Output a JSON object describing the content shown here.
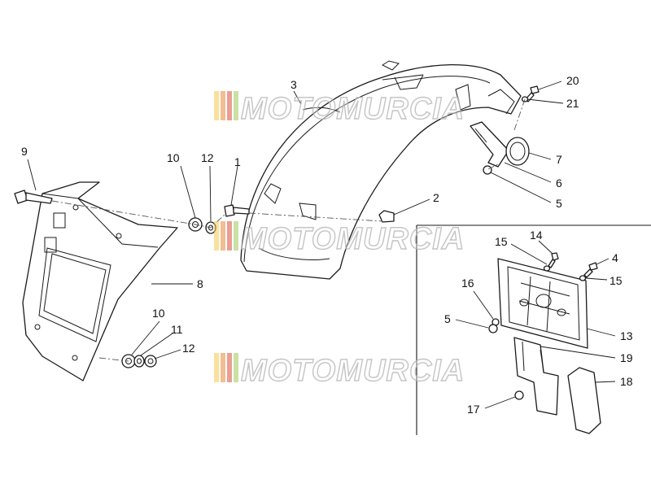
{
  "diagram": {
    "watermark": "MOTOMURCIA",
    "watermark_colors": [
      "#f2c94c",
      "#e8893a",
      "#d94f3d",
      "#9fc95a"
    ],
    "callouts": {
      "c1": "1",
      "c2": "2",
      "c3": "3",
      "c4": "4",
      "c5a": "5",
      "c5b": "5",
      "c6": "6",
      "c7": "7",
      "c8": "8",
      "c9": "9",
      "c10a": "10",
      "c10b": "10",
      "c11": "11",
      "c12a": "12",
      "c12b": "12",
      "c13": "13",
      "c14": "14",
      "c15a": "15",
      "c15b": "15",
      "c16": "16",
      "c17": "17",
      "c18": "18",
      "c19": "19",
      "c20": "20",
      "c21": "21"
    }
  }
}
